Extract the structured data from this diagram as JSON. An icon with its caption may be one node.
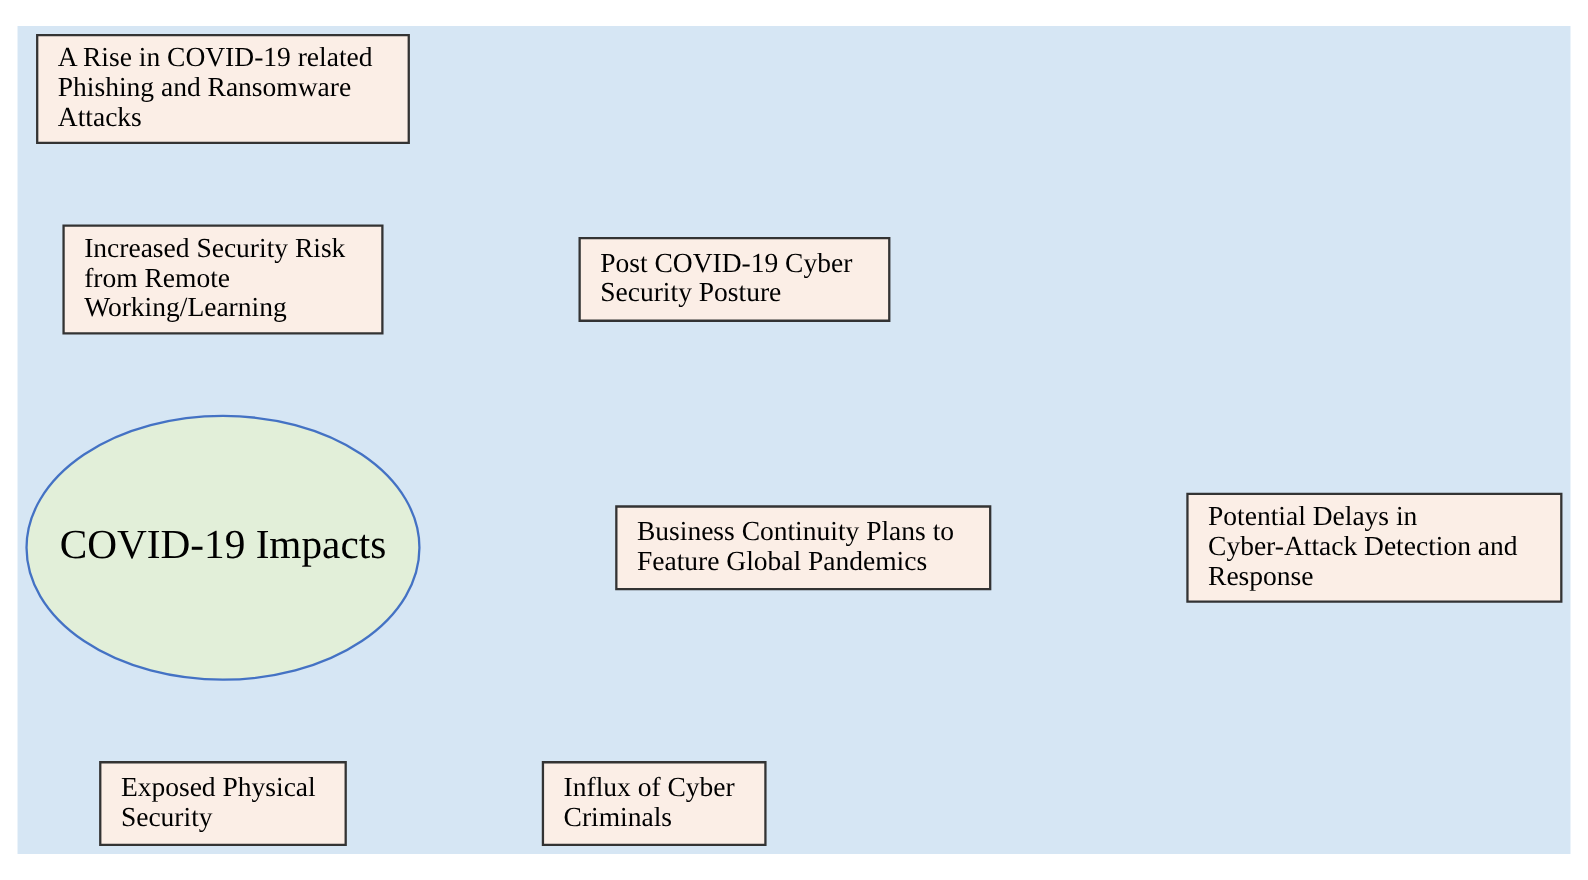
{
  "diagram": {
    "nodes": [
      {
        "text": [
          "A Rise in COVID-19 related Phishing and Ransomware Attacks"
        ]
      },
      {
        "text": [
          "Post COVID-19 Cyber Security Posture"
        ]
      },
      {
        "text": [
          "Increased Security Risk from Remote Working/Learning"
        ]
      },
      {
        "text": [
          "Business Continuity Plans to Feature Global Pandemics"
        ]
      },
      {
        "text": [
          "COVID-19 Impacts"
        ]
      },
      {
        "text": [
          "Potential Delays in Cyber-Attack Detection and Response"
        ]
      },
      {
        "text": [
          "Influx of Cyber Criminals"
        ]
      },
      {
        "text": [
          "Exposed Physical Security"
        ]
      }
    ]
  }
}
